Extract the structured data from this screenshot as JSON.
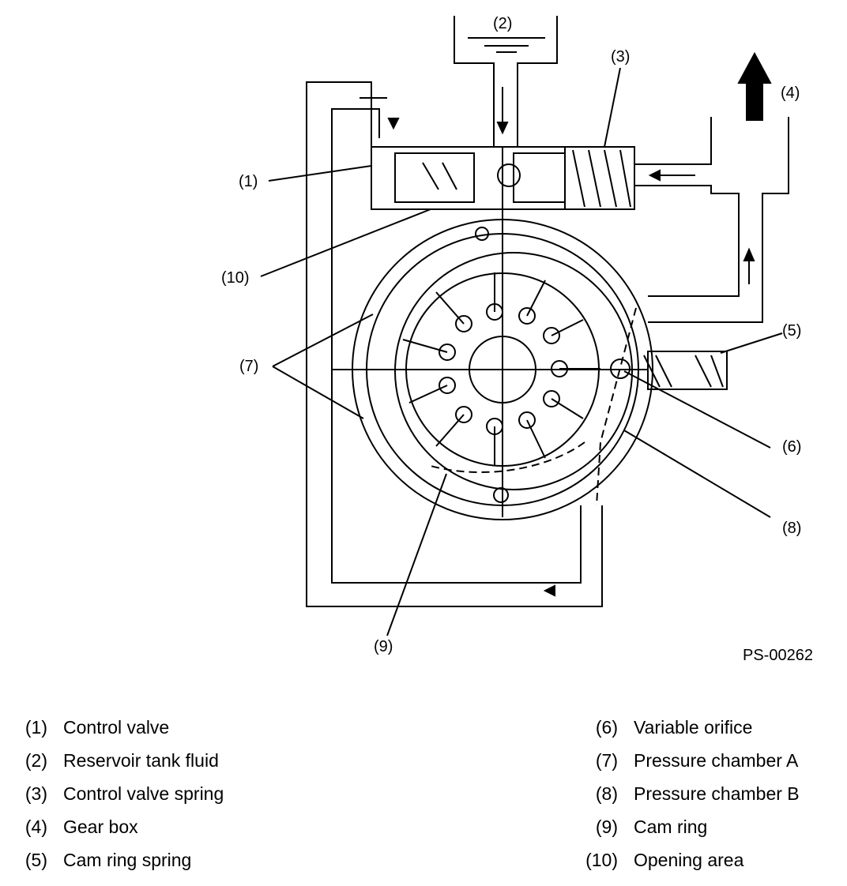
{
  "figure_code": "PS-00262",
  "callouts": [
    "(1)",
    "(2)",
    "(3)",
    "(4)",
    "(5)",
    "(6)",
    "(7)",
    "(8)",
    "(9)",
    "(10)"
  ],
  "legend": {
    "left": [
      {
        "num": "(1)",
        "label": "Control valve"
      },
      {
        "num": "(2)",
        "label": "Reservoir tank fluid"
      },
      {
        "num": "(3)",
        "label": "Control valve spring"
      },
      {
        "num": "(4)",
        "label": "Gear box"
      },
      {
        "num": "(5)",
        "label": "Cam ring spring"
      }
    ],
    "right": [
      {
        "num": "(6)",
        "label": "Variable orifice"
      },
      {
        "num": "(7)",
        "label": "Pressure chamber A"
      },
      {
        "num": "(8)",
        "label": "Pressure chamber B"
      },
      {
        "num": "(9)",
        "label": "Cam ring"
      },
      {
        "num": "(10)",
        "label": "Opening area"
      }
    ]
  }
}
